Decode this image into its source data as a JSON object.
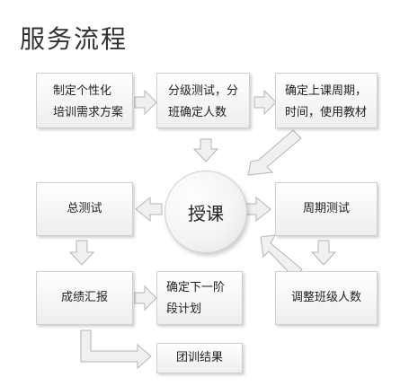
{
  "title": "服务流程",
  "steps": {
    "plan": [
      "制定个性化",
      "培训需求方案"
    ],
    "test_group": [
      "分级测试，分",
      "班确定人数"
    ],
    "schedule": [
      "确定上课周期，",
      "时间，使用教材"
    ],
    "center": "授课",
    "final_test": "总测试",
    "period_test": "周期测试",
    "report": "成绩汇报",
    "next_plan": [
      "确定下一阶",
      "段计划"
    ],
    "adjust": "调整班级人数",
    "result": "团训结果"
  }
}
